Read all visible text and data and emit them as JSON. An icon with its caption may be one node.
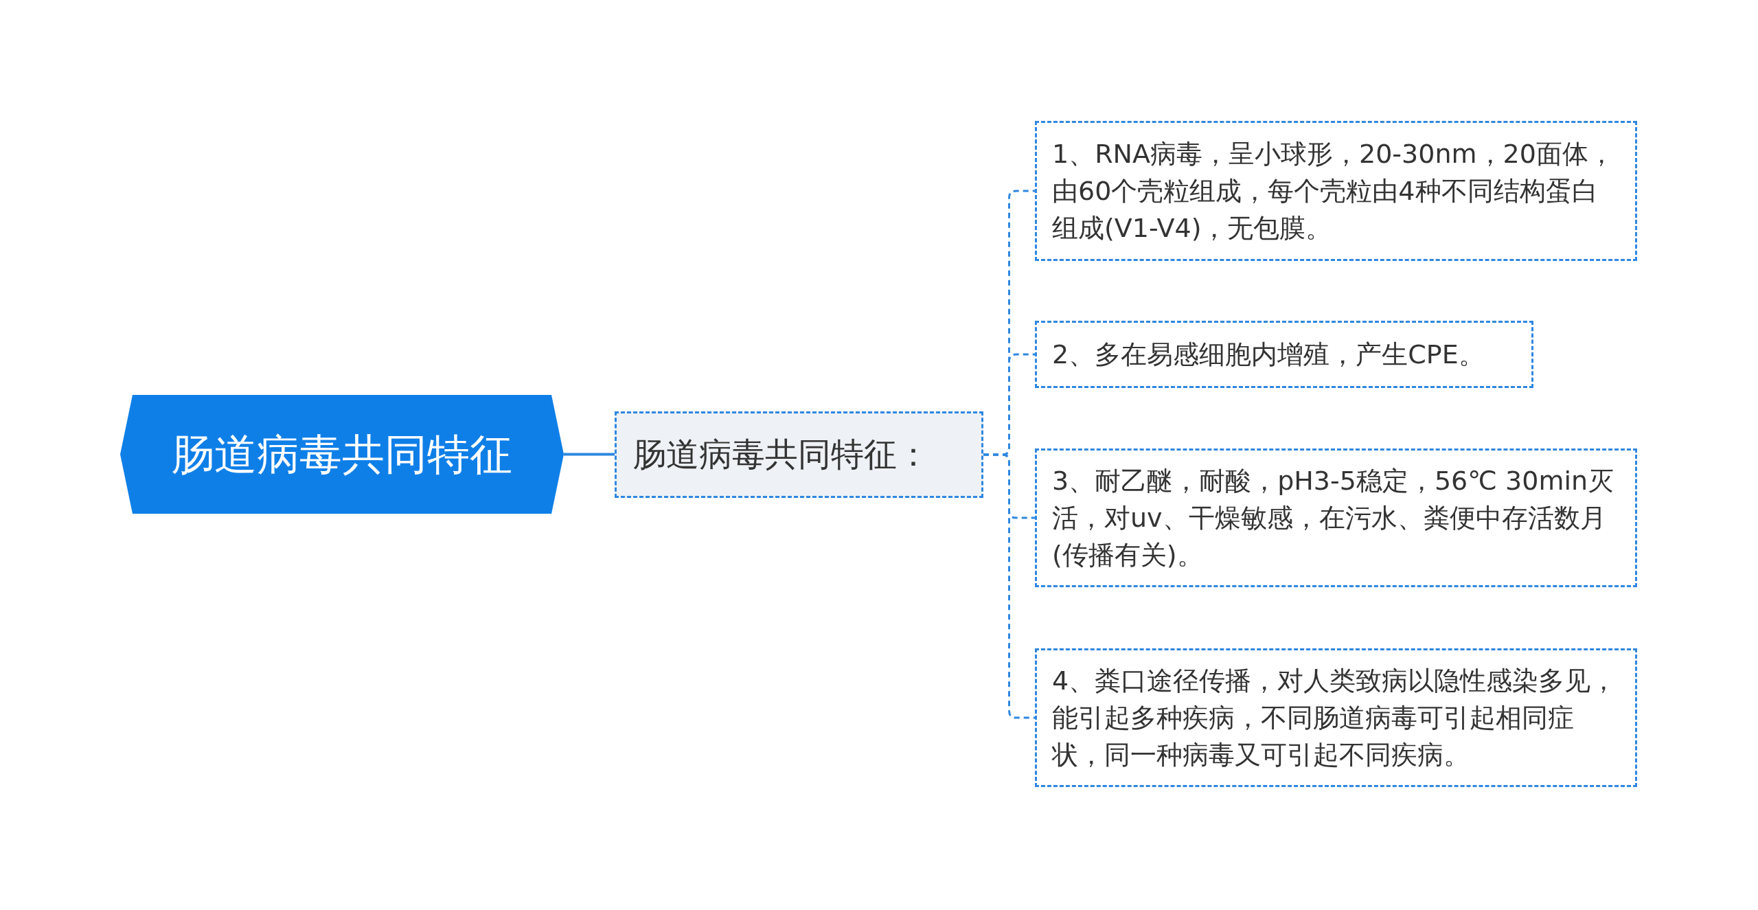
{
  "diagram": {
    "nodes": [
      {
        "text": [
          "肠道病毒共同特征"
        ]
      },
      {
        "text": [
          "肠道病毒共同特征："
        ]
      },
      {
        "text": [
          "1、RNA病毒，呈小球形，20-30nm，20面体，由60个壳粒组成，每个壳粒由4种不同结构蛋白组成(V1-V4)，无包膜。"
        ]
      },
      {
        "text": [
          "2、多在易感细胞内增殖，产生CPE。"
        ]
      },
      {
        "text": [
          "3、耐乙醚，耐酸，pH3-5稳定，56℃ 30min灭活，对uv、干燥敏感，在污水、粪便中存活数月(传播有关)。"
        ]
      },
      {
        "text": [
          "4、粪口途径传播，对人类致病以隐性感染多见，能引起多种疾病，不同肠道病毒可引起相同症状，同一种病毒又可引起不同疾病。"
        ]
      }
    ],
    "edges": [
      {
        "from": 0,
        "to": 1,
        "arrow": "none"
      },
      {
        "from": 1,
        "to": 2,
        "arrow": "none",
        "style": "dashed"
      },
      {
        "from": 1,
        "to": 3,
        "arrow": "none",
        "style": "dashed"
      },
      {
        "from": 1,
        "to": 4,
        "arrow": "none",
        "style": "dashed"
      },
      {
        "from": 1,
        "to": 5,
        "arrow": "none",
        "style": "dashed"
      }
    ]
  }
}
